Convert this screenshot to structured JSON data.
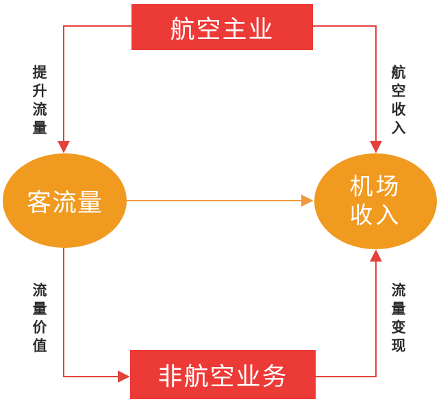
{
  "colors": {
    "box_fill": "#ec3a37",
    "ellipse_fill": "#f09a1f",
    "connector": "#e2423a",
    "arrow_center": "#ef9a3f",
    "label_text": "#2b2b2b"
  },
  "nodes": {
    "aviation_main": "航空主业",
    "non_aviation": "非航空业务",
    "passenger_flow": "客流量",
    "airport_revenue_line1": "机场",
    "airport_revenue_line2": "收入"
  },
  "edges": {
    "boost_traffic": "提升流量",
    "aviation_revenue": "航空收入",
    "traffic_value": "流量价值",
    "traffic_monetize": "流量变现"
  }
}
